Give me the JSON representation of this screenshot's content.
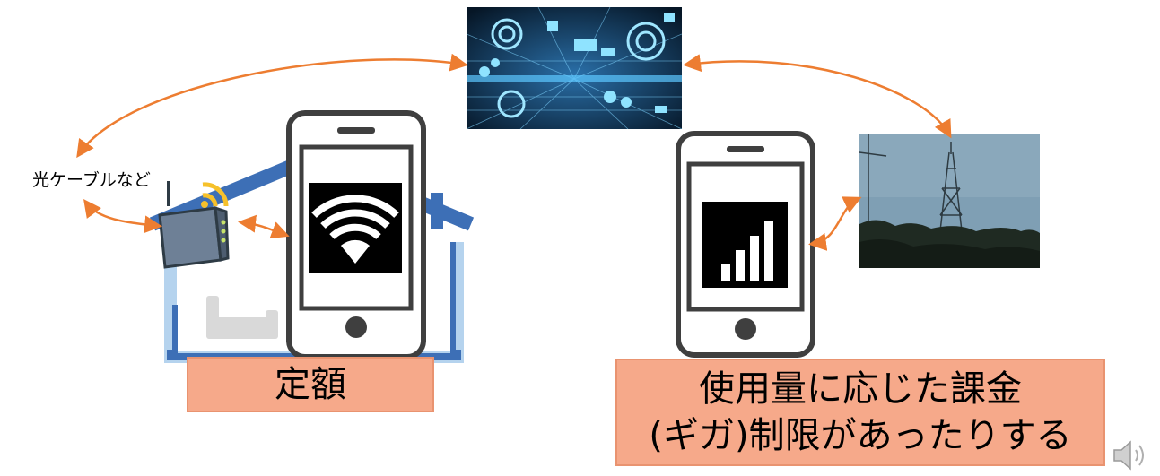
{
  "labels": {
    "cable": "光ケーブルなど",
    "flat_rate": "定額",
    "usage_line1": "使用量に応じた課金",
    "usage_line2": "(ギガ)制限があったりする"
  },
  "colors": {
    "arrow": "#ed7d31",
    "label_fill": "#f6a98a",
    "label_border": "#e99370",
    "house_blue": "#3d6fb6",
    "phone_frame": "#3f3f3f"
  },
  "icons": {
    "network": "internet-network-image",
    "tower": "cell-tower-photo",
    "router": "wifi-router-icon",
    "wifi": "wifi-signal-icon",
    "cellular": "cellular-signal-icon",
    "sound": "speaker-icon"
  }
}
